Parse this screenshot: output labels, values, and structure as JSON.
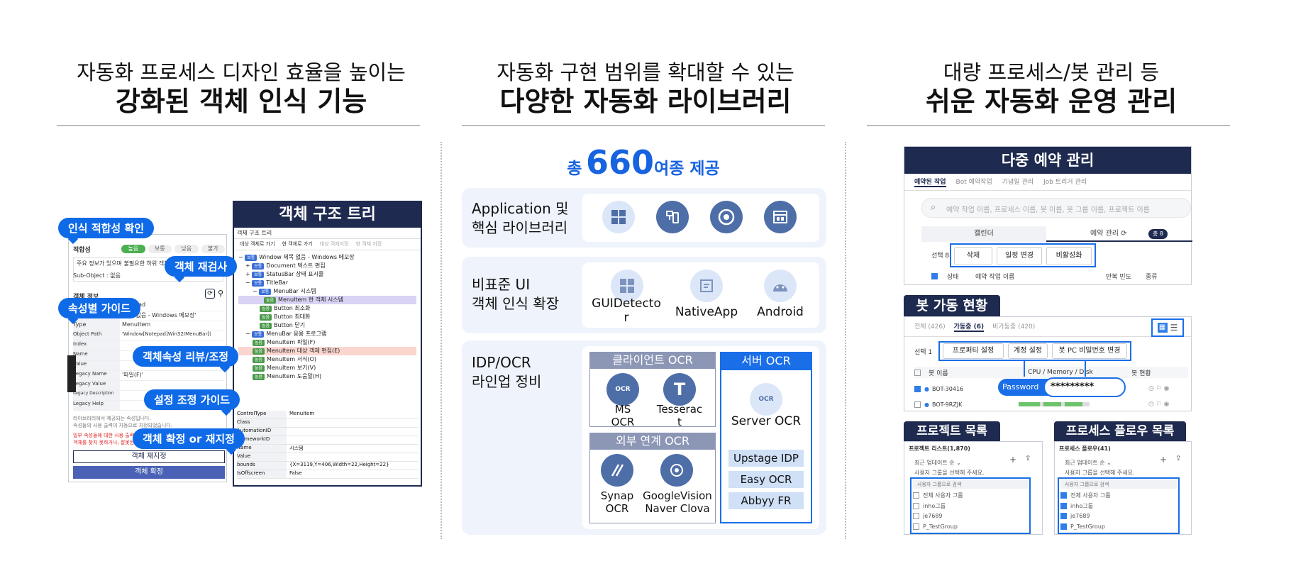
{
  "columns": [
    {
      "line1": "자동화 프로세스 디자인 효율을 높이는",
      "line2": "강화된 객체 인식 기능"
    },
    {
      "line1": "자동화 구현 범위를 확대할 수 있는",
      "line2": "다양한 자동화 라이브러리"
    },
    {
      "line1": "대량 프로세스/봇 관리 등",
      "line2": "쉬운 자동화 운영 관리"
    }
  ],
  "left": {
    "tree_title": "객체 구조 트리",
    "tree_subtitle": "객체 구조 트리",
    "toolbar": [
      "대상 객체로 가기",
      "현 객체로 가기",
      "대상 객체지정",
      "현 객체 지정"
    ],
    "tree": [
      {
        "tag": "보통",
        "text": "Window 제목 없음 - Windows 메모장"
      },
      {
        "tag": "보통",
        "text": "Document 텍스트 편집"
      },
      {
        "tag": "보통",
        "text": "StatusBar 상태 표시줄"
      },
      {
        "tag": "보통",
        "text": "TitleBar"
      },
      {
        "tag": "보통",
        "text": "MenuBar 시스템"
      },
      {
        "tag": "높음",
        "text": "MenuItem 현 객체 시스템"
      },
      {
        "tag": "높음",
        "text": "Button 최소화"
      },
      {
        "tag": "높음",
        "text": "Button 최대화"
      },
      {
        "tag": "높음",
        "text": "Button 닫기"
      },
      {
        "tag": "보통",
        "text": "MenuBar 응용 프로그램"
      },
      {
        "tag": "높음",
        "text": "MenuItem 파일(F)"
      },
      {
        "tag": "높음",
        "text": "MenuItem 대상 객체 편집(E)"
      },
      {
        "tag": "높음",
        "text": "MenuItem 서식(O)"
      },
      {
        "tag": "높음",
        "text": "MenuItem 보기(V)"
      },
      {
        "tag": "높음",
        "text": "MenuItem 도움말(H)"
      }
    ],
    "props": [
      {
        "k": "ControlType",
        "v": "MenuItem"
      },
      {
        "k": "Class",
        "v": ""
      },
      {
        "k": "AutomationID",
        "v": ""
      },
      {
        "k": "FrameworkID",
        "v": ""
      },
      {
        "k": "Name",
        "v": "시스템"
      },
      {
        "k": "Value",
        "v": ""
      },
      {
        "k": "bounds",
        "v": "{X=3119,Y=406,Width=22,Height=22}"
      },
      {
        "k": "IsOffscreen",
        "v": "False"
      }
    ],
    "fit_label": "적합성",
    "fit_levels": [
      "높음",
      "보통",
      "낮음",
      "불가"
    ],
    "info_text": "주요 정보가 있으며 불필요한 하위 객체를",
    "subobject": "Sub-Object : 없음",
    "obj_info": "객체 정보",
    "attrs": [
      {
        "k": "",
        "v": "notepad"
      },
      {
        "k": "",
        "v": "'제목 없음 - Windows 메모장'"
      },
      {
        "k": "Type",
        "v": "MenuItem"
      },
      {
        "k": "Object Path",
        "v": "'Window[Notepad]Win32/MenuBar[("
      },
      {
        "k": "Index",
        "v": ""
      },
      {
        "k": "Name",
        "v": ""
      },
      {
        "k": "Value",
        "v": ""
      },
      {
        "k": "Legacy Name",
        "v": "'파일(F)'"
      },
      {
        "k": "Legacy Value",
        "v": ""
      },
      {
        "k": "Legacy Description",
        "v": ""
      },
      {
        "k": "Legacy Help",
        "v": ""
      }
    ],
    "note1": "라이브러리에서 제공되는 속성입니다.",
    "note2": "속성들의 사용 출력이 자동으로 지정되었습니다.",
    "warn1": "일부 속성들에 대한 사용 출력",
    "warn2": "객체를 찾지 못하거나, 잘못된",
    "reselect_btn": "객체 재지정",
    "confirm_btn": "객체 확정",
    "bubbles": [
      "인식 적합성 확인",
      "객체 재검사",
      "속성별 가이드",
      "객체속성 리뷰/조정",
      "설정 조정 가이드",
      "객체 확정 or 재지정"
    ]
  },
  "middle": {
    "headline_pre": "총",
    "headline_num": "660",
    "headline_post": "여종 제공",
    "panel1": {
      "title1": "Application 및",
      "title2": "핵심 라이브러리",
      "icons": [
        "windows-icon",
        "remote-icon",
        "chrome-icon",
        "window-app-icon"
      ]
    },
    "panel2": {
      "title1": "비표준 UI",
      "title2": "객체 인식 확장",
      "items": [
        "GUIDetecto",
        "r",
        "NativeApp",
        "Android"
      ]
    },
    "panel3": {
      "title1": "IDP/OCR",
      "title2": "라인업 정비",
      "client_ocr": "클라이언트 OCR",
      "client_items": [
        "MS",
        "OCR",
        "Tesserac",
        "t"
      ],
      "external_ocr": "외부 연계 OCR",
      "external_items": [
        "Synap",
        "OCR",
        "GoogleVision",
        "Naver Clova"
      ],
      "server_ocr": "서버 OCR",
      "server_item": "Server OCR",
      "server_chips": [
        "Upstage IDP",
        "Easy OCR",
        "Abbyy FR"
      ],
      "ocr_glyph": "OCR",
      "t_glyph": "T"
    }
  },
  "right": {
    "sched_title": "다중 예약 관리",
    "sched_tabs": [
      "예약된 작업",
      "Bot 예약작업",
      "기념일 관리",
      "Job 트리거 관리"
    ],
    "search_placeholder": "예약 작업 이름, 프로세스 이름, 봇 이름, 봇 그룹 이름, 프로젝트 이름",
    "cal_tab": "캘린더",
    "mgr_tab": "예약 관리",
    "count_badge": "총 8",
    "selected": "선택 8",
    "sched_btns": [
      "삭제",
      "일정 변경",
      "비활성화"
    ],
    "sched_cols": [
      "상태",
      "예약 작업 이름",
      "반복 빈도",
      "종류"
    ],
    "bot_title": "봇 가동 현황",
    "bot_tabs": [
      "전체 (426)",
      "가동중 (6)",
      "비가동중 (420)"
    ],
    "bot_selected": "선택 1",
    "bot_btns": [
      "프로퍼티 설정",
      "계정 설정",
      "봇 PC 비밀번호 변경"
    ],
    "bot_cols": [
      "봇 이름",
      "CPU / Memory / Disk",
      "봇 현황"
    ],
    "bots": [
      "BOT-30416",
      "BOT-9RZJK"
    ],
    "pw_label": "Password",
    "pw_value": "*********",
    "proj_title": "프로젝트 목록",
    "proj_sub": "프로젝트 리스트(1,870)",
    "flow_title": "프로세스 플로우 목록",
    "flow_sub": "프로세스 플로우(41)",
    "recent": "최근 업데이트 순",
    "pick_group": "사용자 그룹을 선택해 주세요.",
    "group_search": "사용자 그룹으로 검색",
    "groups": [
      "전체 사용자 그룹",
      "inho그룹",
      "je7689",
      "P_TestGroup"
    ]
  }
}
